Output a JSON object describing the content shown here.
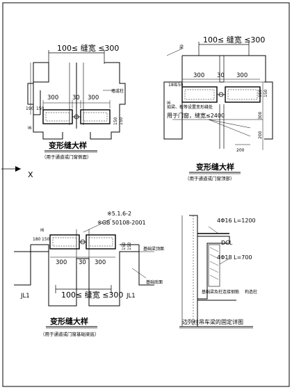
{
  "details": {
    "top_left": {
      "dim_top": "100≤ 缝宽 ≤300",
      "dim_left": "300",
      "dim_mid": "30",
      "dim_right": "300",
      "side_label": "墙或柱",
      "dim_vert_left": "190",
      "dim_vert_left_b": "150",
      "dim_vert_right": "150",
      "dim_vert_right_b": "150",
      "tag": "I6",
      "title": "变形缝大样",
      "subtitle": "（用于通道或门窗侧面）"
    },
    "top_right": {
      "dim_top": "100≤ 缝宽 ≤300",
      "top_label": "梁",
      "dim_left": "300",
      "dim_mid": "30",
      "dim_right": "300",
      "dim_vert_left": "180",
      "dim_vert_left_b": "150",
      "dim_vert_right_a": "150",
      "dim_vert_right_b": "150",
      "dim_vert_right_c": "300",
      "dim_vert_right_d": "200",
      "dim_bottom": "200",
      "tag": "I6",
      "note_line1": "如梁、板等设置变形缝处",
      "note_line2": "用于门窗，缝宽≤2400",
      "title": "变形缝大样",
      "subtitle": "（用于通道或门窗顶部）"
    },
    "bottom_left": {
      "ref1": "※5.1.6-2",
      "ref2": "※GB 50108-2001",
      "tag": "I6",
      "dim_left": "300",
      "dim_mid": "30",
      "dim_right": "300",
      "dim_vert_left": "180",
      "dim_vert_left_b": "150",
      "dim_vert_right": "150",
      "dim_vert_right_b": "150",
      "right_label_top": "基础梁顶面",
      "right_label_bottom": "基础底面",
      "dim_bottom": "100≤ 缝宽 ≤300",
      "label_jl_left": "JL1",
      "label_jl_right": "JL1",
      "title": "变形缝大样",
      "subtitle": "（用于通道或门窗基础梁底）"
    },
    "bottom_right": {
      "rebar_top": "4Φ16 L=1200",
      "beam_label": "DCL",
      "rebar_bottom": "4Φ18 L=700",
      "label_bottom": "基础梁及柱连接钢筋",
      "label_side": "构造柱",
      "title": "边列柱吊车梁的固定详图"
    }
  },
  "margin_label": "X"
}
